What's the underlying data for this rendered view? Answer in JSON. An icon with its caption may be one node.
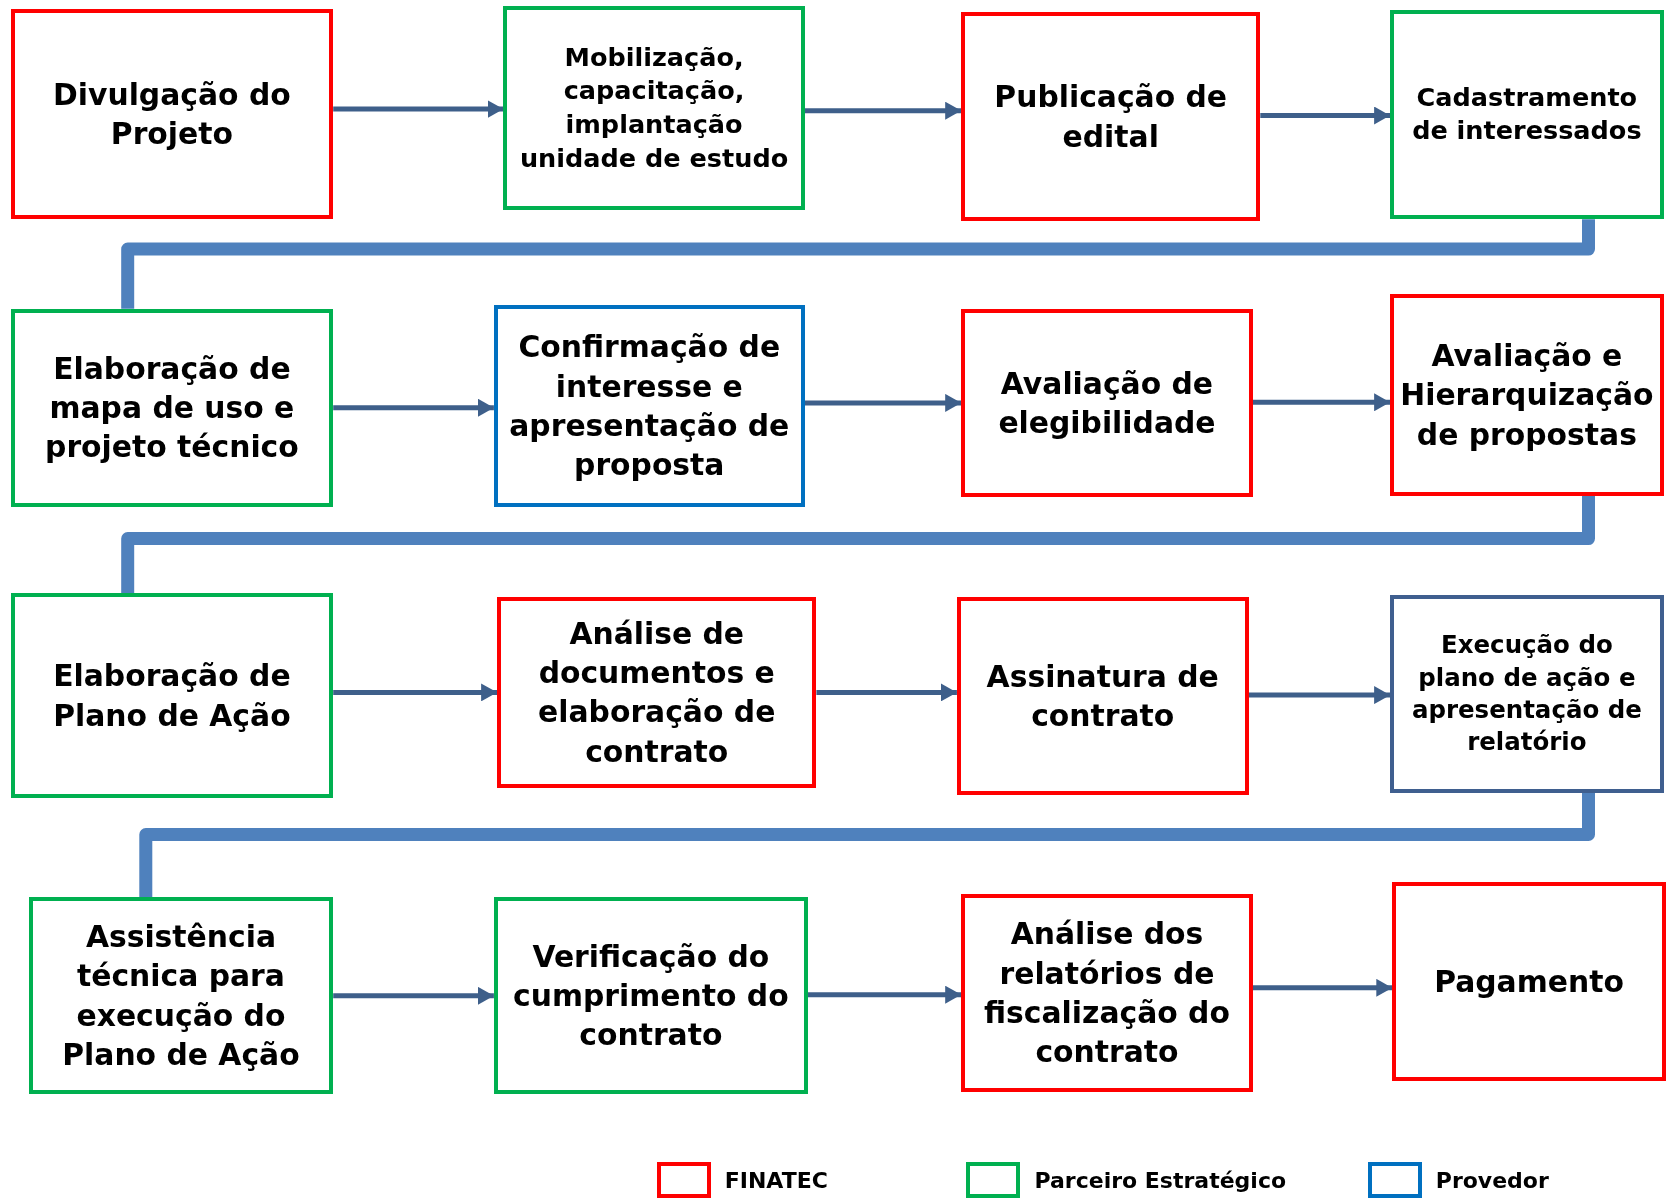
{
  "diagram": {
    "nodes": [
      {
        "text": [
          "Divulgação do Projeto"
        ]
      },
      {
        "text": [
          "Mobilização, capacitação, implantação unidade de estudo"
        ]
      },
      {
        "text": [
          "Publicação de edital"
        ]
      },
      {
        "text": [
          "Cadastramento de interessados"
        ]
      },
      {
        "text": [
          "Elaboração de mapa de uso e projeto técnico"
        ]
      },
      {
        "text": [
          "Confirmação de interesse e apresentação de proposta"
        ]
      },
      {
        "text": [
          "Avaliação de elegibilidade"
        ]
      },
      {
        "text": [
          "Avaliação e Hierarquização de propostas"
        ]
      },
      {
        "text": [
          "Elaboração de Plano de Ação"
        ]
      },
      {
        "text": [
          "Análise de documentos e elaboração de contrato"
        ]
      },
      {
        "text": [
          "Assinatura de contrato"
        ]
      },
      {
        "text": [
          "Execução do plano de ação e apresentação de relatório"
        ]
      },
      {
        "text": [
          "Assistência técnica para execução do Plano de Ação"
        ]
      },
      {
        "text": [
          "Verificação do cumprimento do contrato"
        ]
      },
      {
        "text": [
          "Análise dos relatórios de fiscalização do contrato"
        ]
      },
      {
        "text": [
          "Pagamento"
        ]
      }
    ],
    "edges": [
      {
        "from": 0,
        "to": 1,
        "arrow": "to"
      },
      {
        "from": 1,
        "to": 2,
        "arrow": "to"
      },
      {
        "from": 2,
        "to": 3,
        "arrow": "to"
      },
      {
        "from": 3,
        "to": 4,
        "arrow": "none",
        "style": "thick",
        "color": "#4f81bd"
      },
      {
        "from": 4,
        "to": 5,
        "arrow": "to"
      },
      {
        "from": 5,
        "to": 6,
        "arrow": "to"
      },
      {
        "from": 6,
        "to": 7,
        "arrow": "to"
      },
      {
        "from": 7,
        "to": 8,
        "arrow": "none",
        "style": "thick",
        "color": "#4f81bd"
      },
      {
        "from": 8,
        "to": 9,
        "arrow": "to"
      },
      {
        "from": 9,
        "to": 10,
        "arrow": "to"
      },
      {
        "from": 10,
        "to": 11,
        "arrow": "to"
      },
      {
        "from": 11,
        "to": 12,
        "arrow": "none",
        "style": "thick",
        "color": "#4f81bd"
      },
      {
        "from": 12,
        "to": 13,
        "arrow": "to"
      },
      {
        "from": 13,
        "to": 14,
        "arrow": "to"
      },
      {
        "from": 14,
        "to": 15,
        "arrow": "to"
      }
    ],
    "legend": [
      {
        "text": "FINATEC",
        "color": "#ff0000"
      },
      {
        "text": "Parceiro Estratégico",
        "color": "#00b050"
      },
      {
        "text": "Provedor",
        "color": "#0070c0"
      }
    ]
  }
}
